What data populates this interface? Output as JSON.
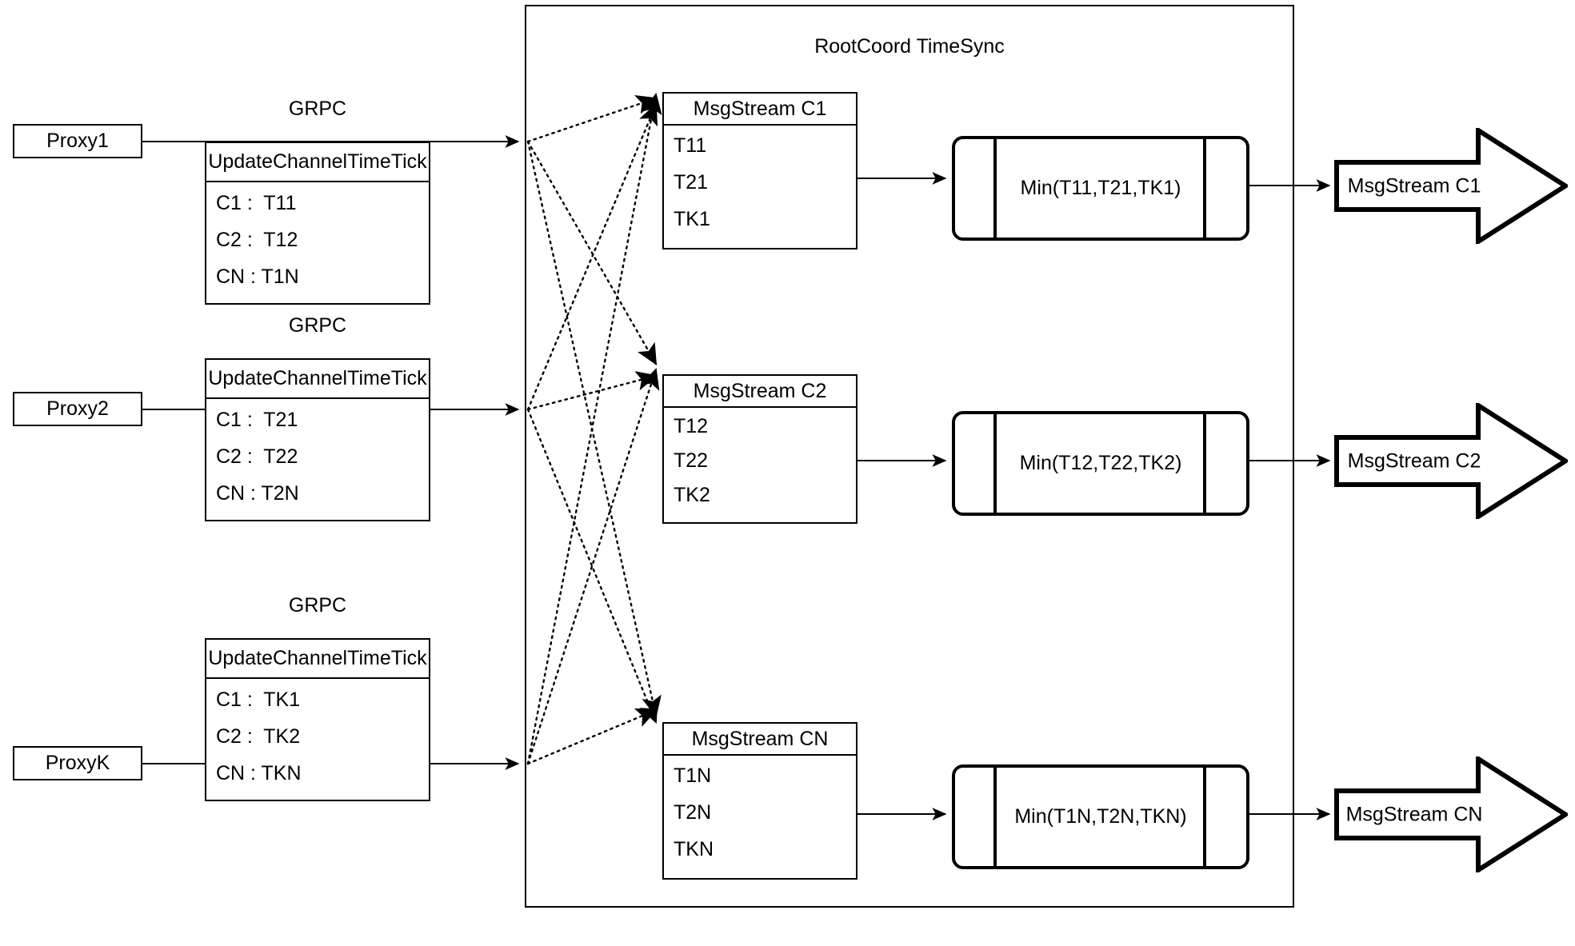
{
  "diagram": {
    "container_title": "RootCoord TimeSync",
    "grpc_label": "GRPC",
    "tick_header": "UpdateChannelTimeTick"
  },
  "rows": [
    {
      "proxy": "Proxy1",
      "grpc": "GRPC",
      "tick_header": "UpdateChannelTimeTick",
      "tick_rows": [
        "C1 :  T11",
        "C2 :  T12",
        "CN : T1N"
      ],
      "msgstream_title": "MsgStream C1",
      "msgstream_rows": [
        "T11",
        "T21",
        "TK1"
      ],
      "min_label": "Min(T11,T21,TK1)",
      "output_label": "MsgStream C1"
    },
    {
      "proxy": "Proxy2",
      "grpc": "GRPC",
      "tick_header": "UpdateChannelTimeTick",
      "tick_rows": [
        "C1 :  T21",
        "C2 :  T22",
        "CN : T2N"
      ],
      "msgstream_title": "MsgStream C2",
      "msgstream_rows": [
        "T12",
        "T22",
        "TK2"
      ],
      "min_label": "Min(T12,T22,TK2)",
      "output_label": "MsgStream C2"
    },
    {
      "proxy": "ProxyK",
      "grpc": "GRPC",
      "tick_header": "UpdateChannelTimeTick",
      "tick_rows": [
        "C1 :  TK1",
        "C2 :  TK2",
        "CN : TKN"
      ],
      "msgstream_title": "MsgStream CN",
      "msgstream_rows": [
        "T1N",
        "T2N",
        "TKN"
      ],
      "min_label": "Min(T1N,T2N,TKN)",
      "output_label": "MsgStream CN"
    }
  ],
  "colors": {
    "stroke": "#000000",
    "background": "#ffffff"
  }
}
